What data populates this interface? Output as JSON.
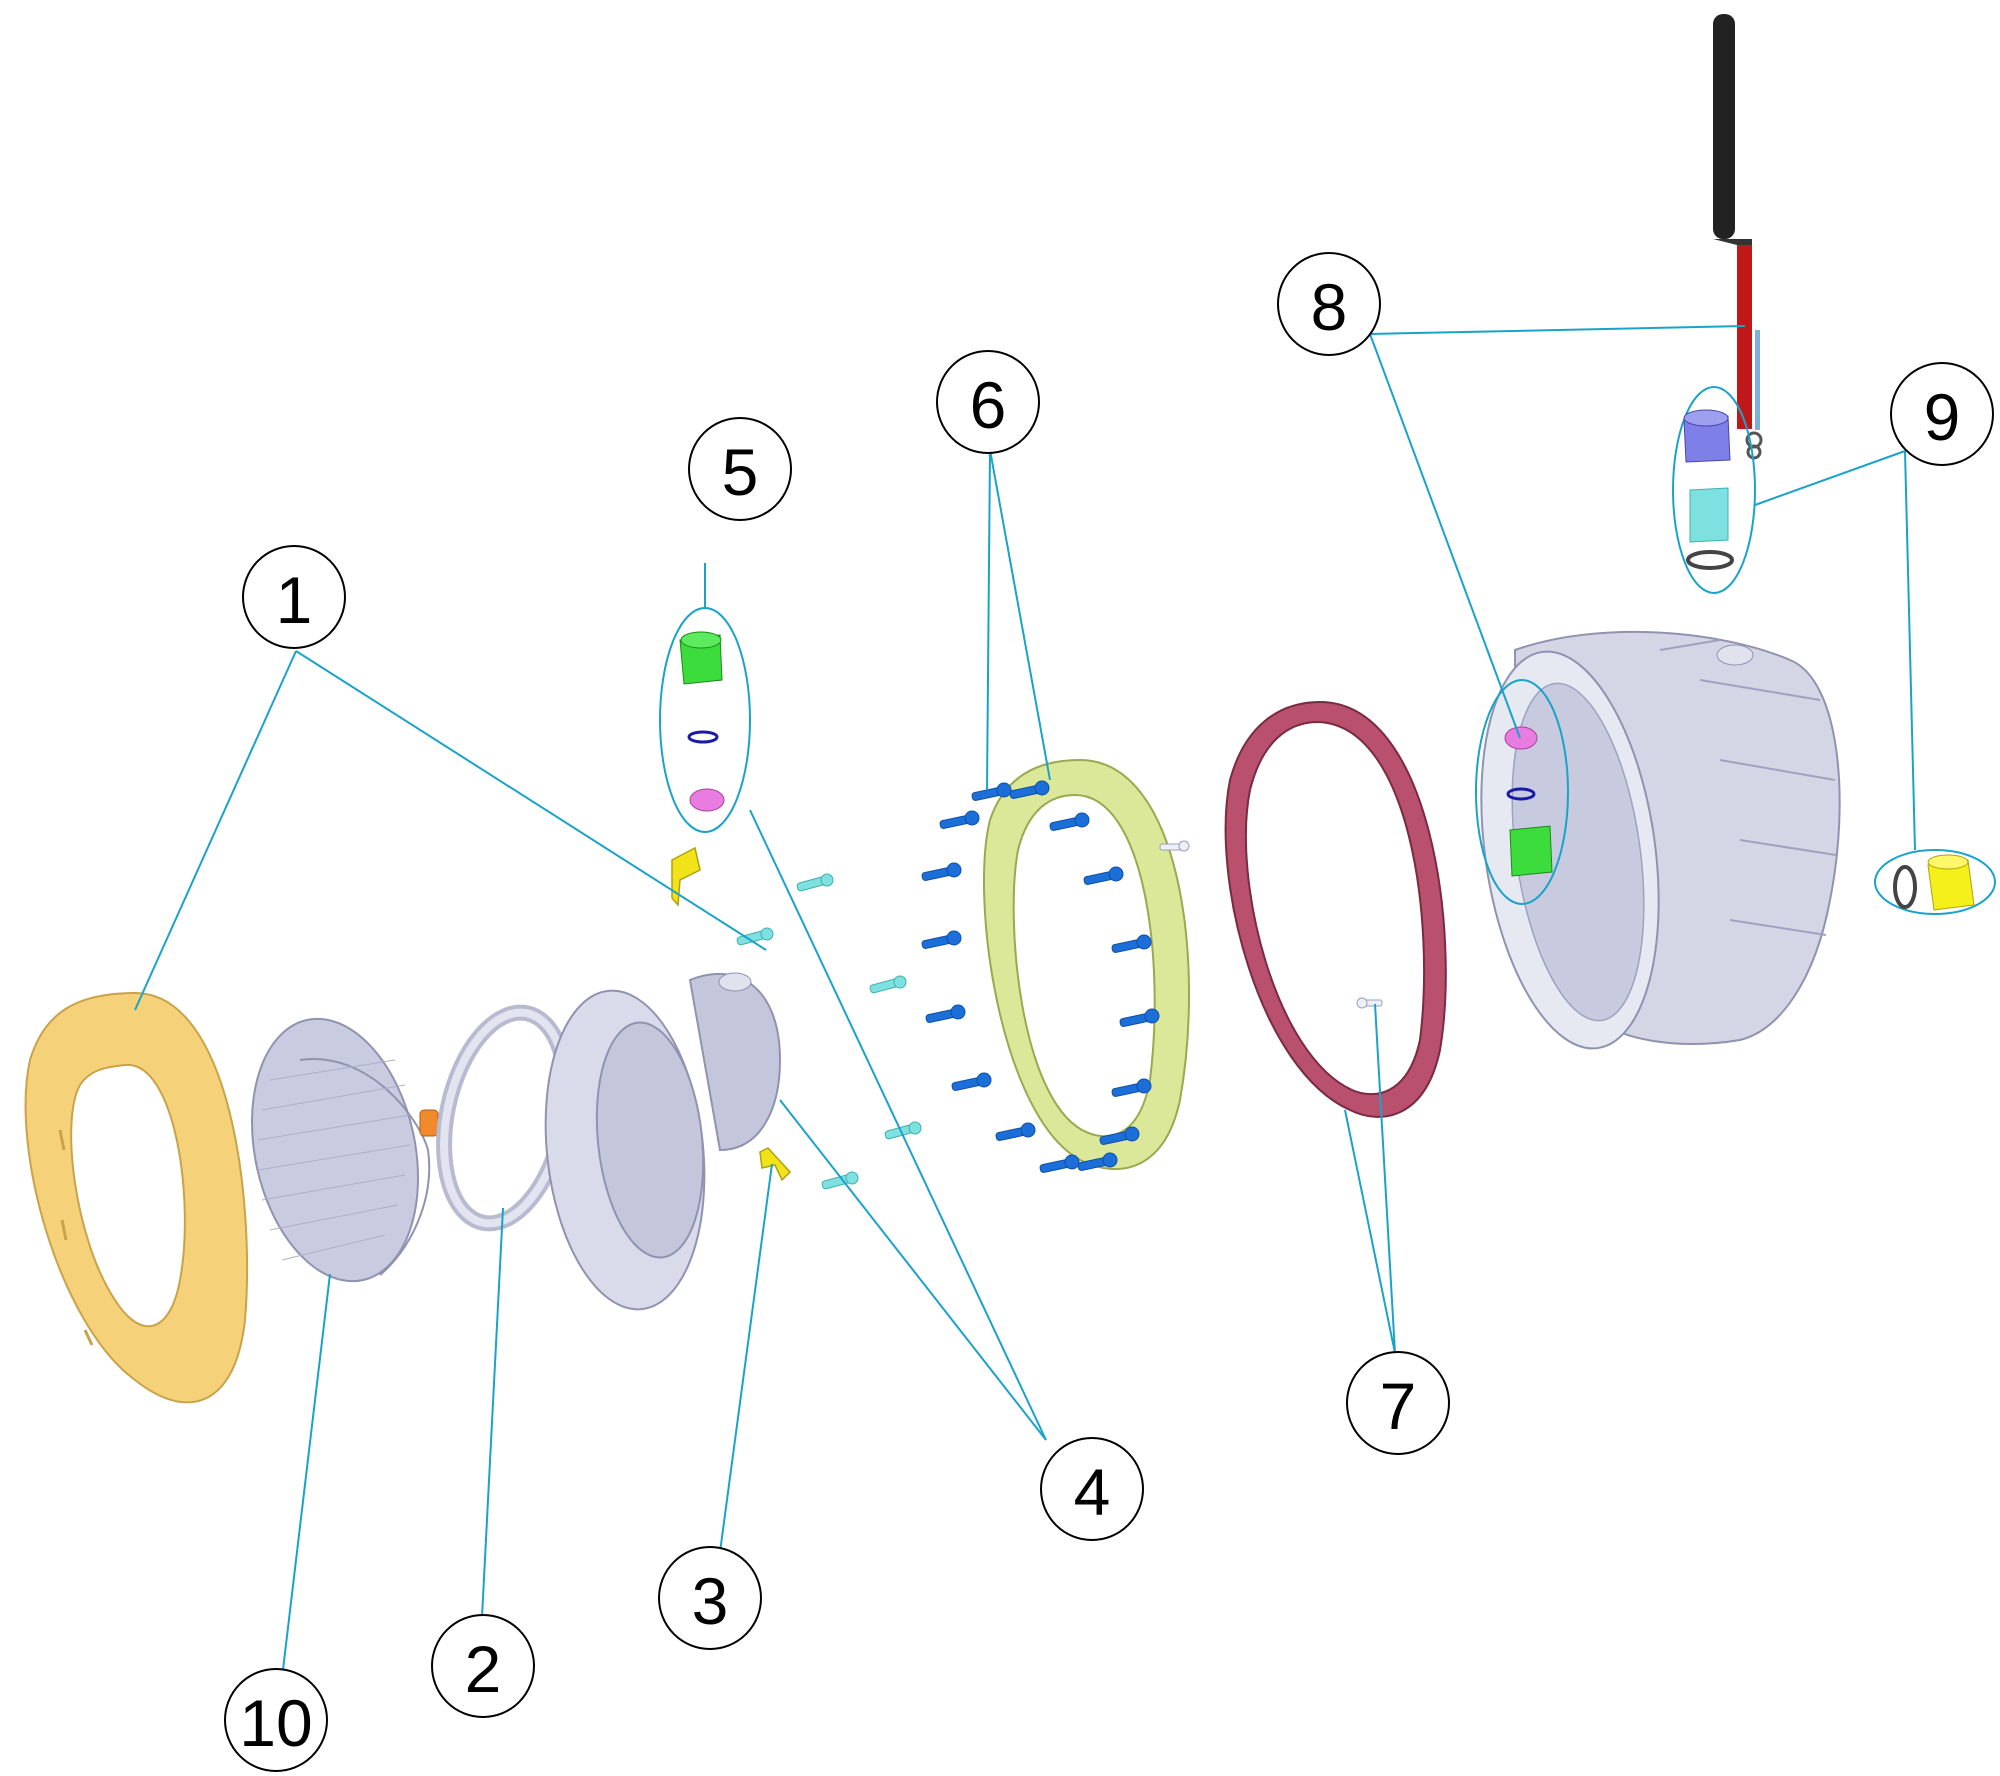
{
  "diagram": {
    "callouts": [
      {
        "id": "1",
        "label": "1"
      },
      {
        "id": "2",
        "label": "2"
      },
      {
        "id": "3",
        "label": "3"
      },
      {
        "id": "4",
        "label": "4"
      },
      {
        "id": "5",
        "label": "5"
      },
      {
        "id": "6",
        "label": "6"
      },
      {
        "id": "7",
        "label": "7"
      },
      {
        "id": "8",
        "label": "8"
      },
      {
        "id": "9",
        "label": "9"
      },
      {
        "id": "10",
        "label": "10"
      }
    ],
    "colors": {
      "leader": "#1aa3c9",
      "trim_ring": "#f5d27a",
      "lamp": "#c9cce0",
      "oring": "#d4d6e4",
      "housing": "#d9dbea",
      "gasket_yellow": "#dbe89a",
      "gasket_pink": "#b8506e",
      "niche": "#d4d6e6",
      "clip": "#f2e21a",
      "screw_blue": "#1c6fd9",
      "screw_cyan": "#7fe0e0",
      "gland_green": "#3ddc3d",
      "gland_pink": "#e87ce0",
      "gland_purple": "#7f7fe8",
      "nut_yellow": "#f5f01a",
      "cable_black": "#222222",
      "cable_red": "#c01818"
    }
  }
}
